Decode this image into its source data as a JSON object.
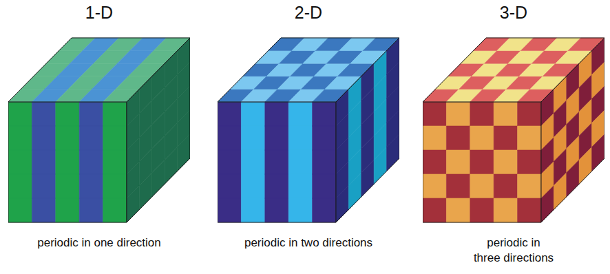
{
  "diagram": {
    "nodes": [
      {
        "text": [
          "1-D",
          "periodic in one direction"
        ]
      },
      {
        "text": [
          "2-D",
          "periodic in two directions"
        ]
      },
      {
        "text": [
          "3-D",
          "periodic in three directions"
        ]
      }
    ]
  }
}
